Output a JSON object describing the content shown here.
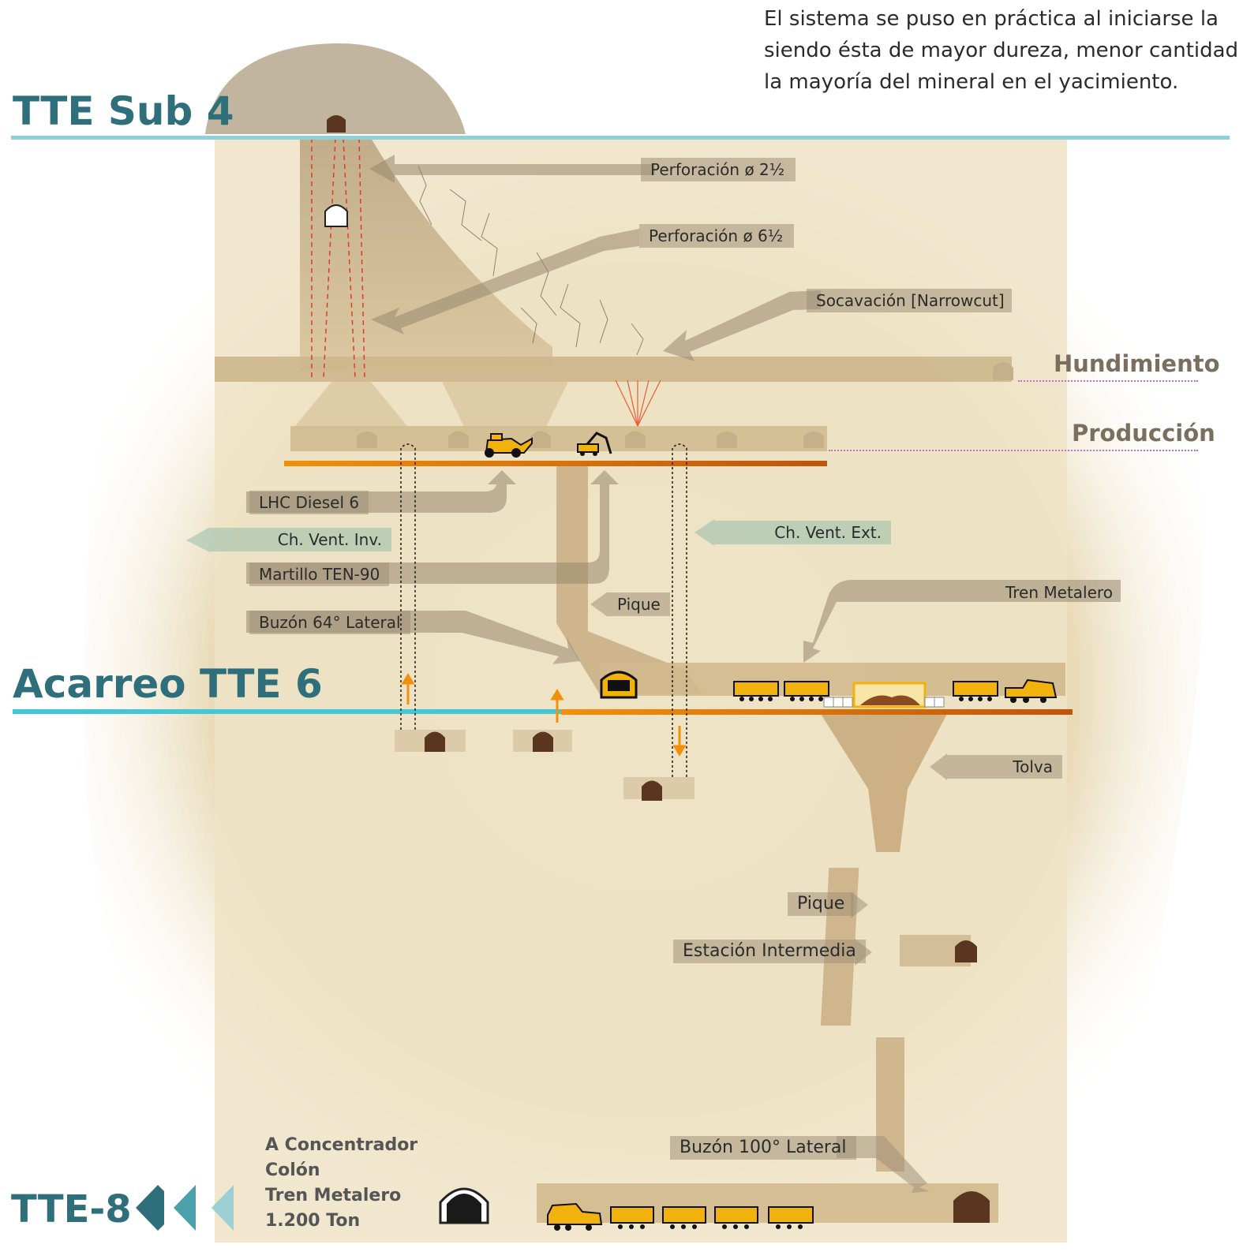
{
  "intro_text": [
    "El sistema se puso en práctica al iniciarse la",
    "siendo ésta de mayor dureza, menor cantidad d",
    "la mayoría del mineral en el yacimiento."
  ],
  "levels": {
    "sub4": "TTE Sub 4",
    "acarreo": "Acarreo TTE 6",
    "tte8": "TTE-8"
  },
  "sublevels": {
    "hundimiento": "Hundimiento",
    "produccion": "Producción"
  },
  "labels": {
    "perf_2": "Perforación ø 2½",
    "perf_6": "Perforación ø 6½",
    "socavacion": "Socavación [Narrowcut]",
    "lhc": "LHC Diesel 6",
    "vent_inv": "Ch. Vent. Inv.",
    "vent_ext": "Ch. Vent. Ext.",
    "martillo": "Martillo TEN-90",
    "pique_upper": "Pique",
    "buzon64": "Buzón 64° Lateral",
    "tren_metalero": "Tren Metalero",
    "tolva": "Tolva",
    "pique_lower": "Pique",
    "estacion": "Estación Intermedia",
    "buzon100": "Buzón 100° Lateral"
  },
  "tte8_info": [
    "A Concentrador",
    "Colón",
    "Tren Metalero",
    "1.200 Ton"
  ],
  "colors": {
    "level_title": "#2f6f7c",
    "teal_line": "#3fc8d8",
    "orange_line": "#f0900c",
    "rock_bg": "#e9dcbc",
    "tunnel": "#5a3520",
    "machine": "#f2b20e",
    "dotted_purple": "#c070c8"
  },
  "icons": [
    "tunnel-portal-icon",
    "loader-icon",
    "excavator-icon",
    "train-wagon-icon",
    "truck-icon",
    "left-chevron-icon"
  ]
}
